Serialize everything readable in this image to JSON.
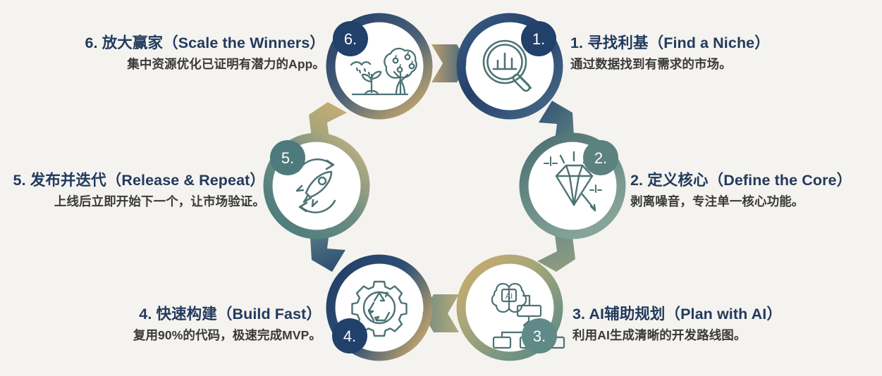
{
  "page": {
    "background_color": "#f5f3ef",
    "title_color": "#223a5e",
    "desc_color": "#3a3a3a",
    "type": "circular-process-diagram",
    "step_count": 6
  },
  "steps": [
    {
      "number": "1.",
      "title": "1. 寻找利基（Find a Niche）",
      "desc": "通过数据找到有需求的市场。",
      "icon": "magnifier-bar-chart-icon",
      "side": "right",
      "ring_color_start": "#2c4a72",
      "ring_color_end": "#3d6285",
      "badge_color": "#21406a"
    },
    {
      "number": "2.",
      "title": "2. 定义核心（Define the Core）",
      "desc": "剥离噪音，专注单一核心功能。",
      "icon": "diamond-icon",
      "side": "right",
      "ring_color_start": "#4d6f72",
      "ring_color_end": "#6f8f88",
      "badge_color": "#5c8280"
    },
    {
      "number": "3.",
      "title": "3. AI辅助规划（Plan with AI）",
      "desc": "利用AI生成清晰的开发路线图。",
      "icon": "ai-brain-flowchart-icon",
      "side": "right",
      "ring_color_start": "#c9a86a",
      "ring_color_end": "#5f8a87",
      "badge_color": "#5f8a87"
    },
    {
      "number": "4.",
      "title": "4. 快速构建（Build Fast）",
      "desc": "复用90%的代码，极速完成MVP。",
      "icon": "gear-recycle-icon",
      "side": "left",
      "ring_color_start": "#27456e",
      "ring_color_end": "#c6a86d",
      "badge_color": "#21406a"
    },
    {
      "number": "5.",
      "title": "5. 发布并迭代（Release & Repeat）",
      "desc": "上线后立即开始下一个，让市场验证。",
      "icon": "rocket-cycle-icon",
      "side": "left",
      "ring_color_start": "#4d7a7c",
      "ring_color_end": "#c6b07a",
      "badge_color": "#4d7a7c"
    },
    {
      "number": "6.",
      "title": "6. 放大赢家（Scale the Winners）",
      "desc": "集中资源优化已证明有潜力的App。",
      "icon": "sapling-tree-growth-icon",
      "side": "left",
      "ring_color_start": "#27456e",
      "ring_color_end": "#c6a86d",
      "badge_color": "#21406a"
    }
  ],
  "connectors": {
    "shape": "chevron-arrow",
    "count": 6,
    "direction": "clockwise"
  }
}
